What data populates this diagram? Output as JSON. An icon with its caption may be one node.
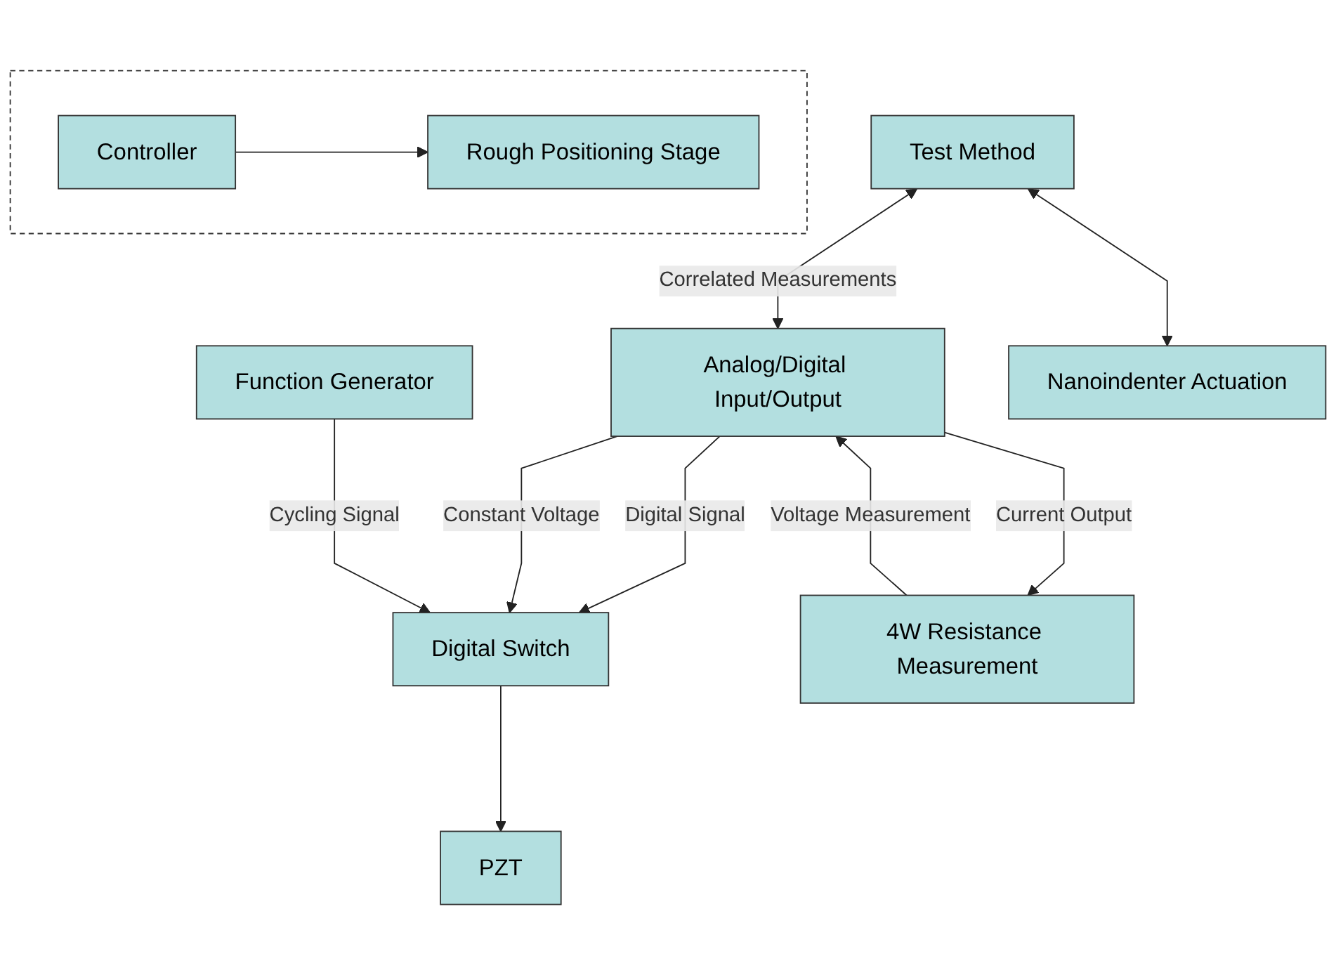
{
  "diagram": {
    "nodes": [
      {
        "text": [
          "Test Method"
        ]
      },
      {
        "text": [
          "Analog/Digital Input/Output"
        ]
      },
      {
        "text": [
          "Digital Switch"
        ]
      },
      {
        "text": [
          "Function Generator"
        ]
      },
      {
        "text": [
          "4W Resistance Measurement"
        ]
      },
      {
        "text": [
          "PZT"
        ]
      },
      {
        "text": [
          "Nanoindenter Actuation"
        ]
      },
      {
        "text": [],
        "shape": "box"
      },
      {
        "text": [
          "Controller"
        ],
        "in": 7
      },
      {
        "text": [
          "Rough Positioning Stage"
        ],
        "in": 7
      }
    ],
    "edges": [
      {
        "from": 0,
        "to": 1,
        "arrow": "both",
        "label": "Correlated Measurements"
      },
      {
        "from": 0,
        "to": 6,
        "arrow": "both"
      },
      {
        "from": 1,
        "to": 2,
        "arrow": "to",
        "label": "Digital Signal"
      },
      {
        "from": 1,
        "to": 2,
        "arrow": "to",
        "label": "Constant Voltage"
      },
      {
        "from": 3,
        "to": 2,
        "arrow": "to",
        "label": "Cycling Signal"
      },
      {
        "from": 1,
        "to": 4,
        "arrow": "to",
        "label": "Current Output"
      },
      {
        "from": 4,
        "to": 1,
        "arrow": "to",
        "label": "Voltage Measurement"
      },
      {
        "from": 2,
        "to": 5,
        "arrow": "to"
      },
      {
        "from": 8,
        "to": 9,
        "arrow": "to"
      }
    ]
  }
}
